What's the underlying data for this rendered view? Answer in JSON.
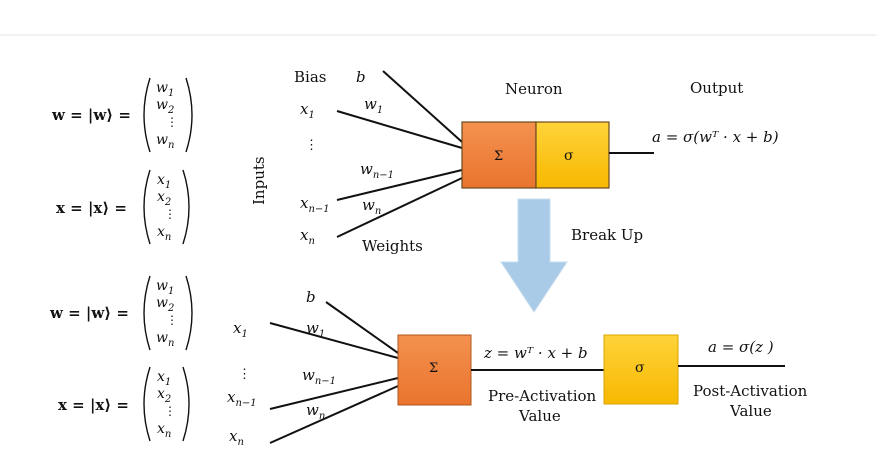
{
  "vectors": {
    "w_lhs": "w = |w⟩ =",
    "x_lhs": "x = |x⟩ =",
    "w_entries": [
      "w",
      "w",
      "⋮",
      "w"
    ],
    "w_subs": [
      "1",
      "2",
      "",
      "n"
    ],
    "x_entries": [
      "x",
      "x",
      "⋮",
      "x"
    ],
    "x_subs": [
      "1",
      "2",
      "",
      "n"
    ]
  },
  "top": {
    "inputs_label": "Inputs",
    "bias_label": "Bias",
    "bias_symbol": "b",
    "x1": "x",
    "x1_sub": "1",
    "vdots": "⋮",
    "xn1": "x",
    "xn1_sub": "n−1",
    "xn": "x",
    "xn_sub": "n",
    "w1": "w",
    "w1_sub": "1",
    "wn1": "w",
    "wn1_sub": "n−1",
    "wn": "w",
    "wn_sub": "n",
    "weights_label": "Weights",
    "neuron_label": "Neuron",
    "output_label": "Output",
    "sum_symbol": "Σ",
    "sigma_symbol": "σ",
    "output_formula": "a = σ(wᵀ · x + b)"
  },
  "arrow": {
    "label": "Break Up",
    "color": "#a9cbe8"
  },
  "bottom": {
    "bias_symbol": "b",
    "x1": "x",
    "x1_sub": "1",
    "vdots": "⋮",
    "xn1": "x",
    "xn1_sub": "n−1",
    "xn": "x",
    "xn_sub": "n",
    "w1": "w",
    "w1_sub": "1",
    "wn1": "w",
    "wn1_sub": "n−1",
    "wn": "w",
    "wn_sub": "n",
    "sum_symbol": "Σ",
    "sigma_symbol": "σ",
    "z_formula": "z = wᵀ · x + b",
    "pre_activation_line1": "Pre-Activation",
    "pre_activation_line2": "Value",
    "a_formula": "a = σ(z )",
    "post_activation_line1": "Post-Activation",
    "post_activation_line2": "Value"
  },
  "colors": {
    "sum_box": "#f07f3c",
    "sigma_box": "#fcbf0f",
    "box_border": "#6b4a1e"
  }
}
